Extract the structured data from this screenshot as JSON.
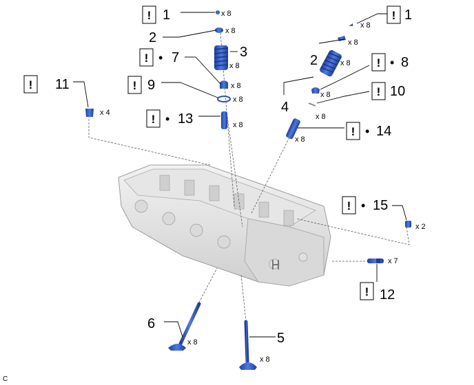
{
  "figure_code": "C",
  "warning_icon": "exclamation-box",
  "bullet": "•",
  "part_color": "#3a63c8",
  "parts": [
    {
      "id": "p1a",
      "number": "1",
      "qty": "x 8",
      "warning": true,
      "new": false
    },
    {
      "id": "p1b",
      "number": "1",
      "qty": "x 8",
      "warning": true,
      "new": false
    },
    {
      "id": "p2a",
      "number": "2",
      "qty": "x 8",
      "warning": false,
      "new": false
    },
    {
      "id": "p2b",
      "number": "2",
      "qty": "x 8",
      "warning": false,
      "new": false
    },
    {
      "id": "p3",
      "number": "3",
      "qty": "x 8",
      "warning": false,
      "new": false
    },
    {
      "id": "p4",
      "number": "4",
      "qty": "x 8",
      "warning": false,
      "new": false
    },
    {
      "id": "p5",
      "number": "5",
      "qty": "x 8",
      "warning": false,
      "new": false
    },
    {
      "id": "p6",
      "number": "6",
      "qty": "x 8",
      "warning": false,
      "new": false
    },
    {
      "id": "p7",
      "number": "7",
      "qty": "x 8",
      "warning": true,
      "new": true
    },
    {
      "id": "p8",
      "number": "8",
      "qty": "x 8",
      "warning": true,
      "new": true
    },
    {
      "id": "p9",
      "number": "9",
      "qty": "x 8",
      "warning": true,
      "new": false
    },
    {
      "id": "p10",
      "number": "10",
      "qty": "x 8",
      "warning": true,
      "new": false
    },
    {
      "id": "p11",
      "number": "11",
      "qty": "x 4",
      "warning": true,
      "new": false
    },
    {
      "id": "p12",
      "number": "12",
      "qty": "x 7",
      "warning": true,
      "new": false
    },
    {
      "id": "p13",
      "number": "13",
      "qty": "x 8",
      "warning": true,
      "new": true
    },
    {
      "id": "p14",
      "number": "14",
      "qty": "x 8",
      "warning": true,
      "new": true
    },
    {
      "id": "p15",
      "number": "15",
      "qty": "x 2",
      "warning": true,
      "new": true
    }
  ]
}
